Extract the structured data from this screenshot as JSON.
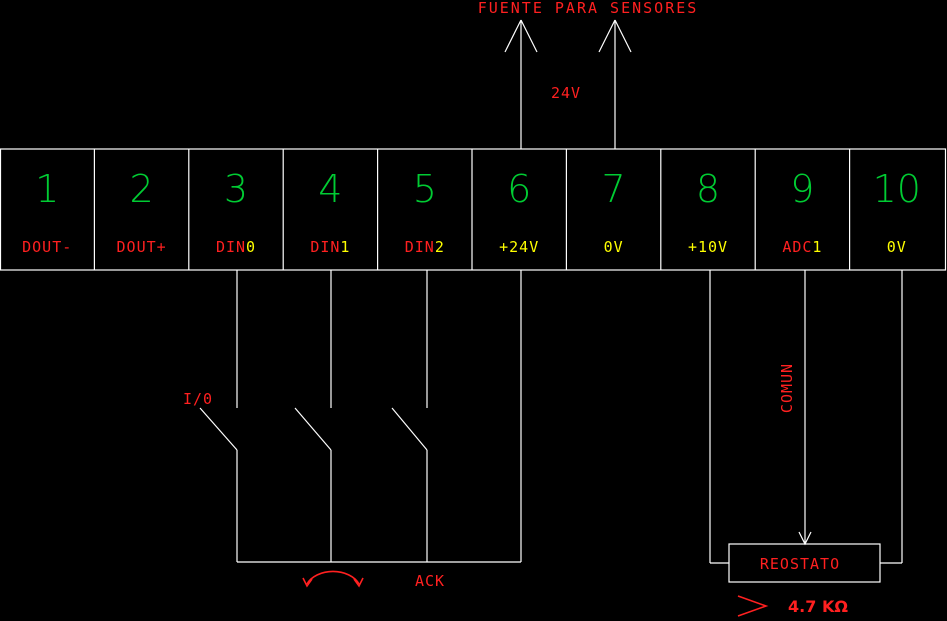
{
  "title": "FUENTE PARA SENSORES",
  "supply_label": "24V",
  "terminals": [
    {
      "number": "1",
      "label": [
        {
          "t": "DOUT-",
          "c": "red"
        }
      ]
    },
    {
      "number": "2",
      "label": [
        {
          "t": "DOUT+",
          "c": "red"
        }
      ]
    },
    {
      "number": "3",
      "label": [
        {
          "t": "DIN",
          "c": "red"
        },
        {
          "t": "0",
          "c": "yellow"
        }
      ]
    },
    {
      "number": "4",
      "label": [
        {
          "t": "DIN",
          "c": "red"
        },
        {
          "t": "1",
          "c": "yellow"
        }
      ]
    },
    {
      "number": "5",
      "label": [
        {
          "t": "DIN",
          "c": "red"
        },
        {
          "t": "2",
          "c": "yellow"
        }
      ]
    },
    {
      "number": "6",
      "label": [
        {
          "t": "+24V",
          "c": "yellow"
        }
      ]
    },
    {
      "number": "7",
      "label": [
        {
          "t": "0V",
          "c": "yellow"
        }
      ]
    },
    {
      "number": "8",
      "label": [
        {
          "t": "+10V",
          "c": "yellow"
        }
      ]
    },
    {
      "number": "9",
      "label": [
        {
          "t": "ADC",
          "c": "red"
        },
        {
          "t": "1",
          "c": "yellow"
        }
      ]
    },
    {
      "number": "10",
      "label": [
        {
          "t": "0V",
          "c": "yellow"
        }
      ]
    }
  ],
  "switch_label": "I/0",
  "ack_label": "ACK",
  "comun_label": "COMUN",
  "reostato_label": "REOSTATO",
  "resistance_label": "4.7 KΩ",
  "colors": {
    "number": "#00cc33",
    "red": "#ff2020",
    "yellow": "#ffff00",
    "wire": "#ffffff",
    "background": "#000000"
  }
}
